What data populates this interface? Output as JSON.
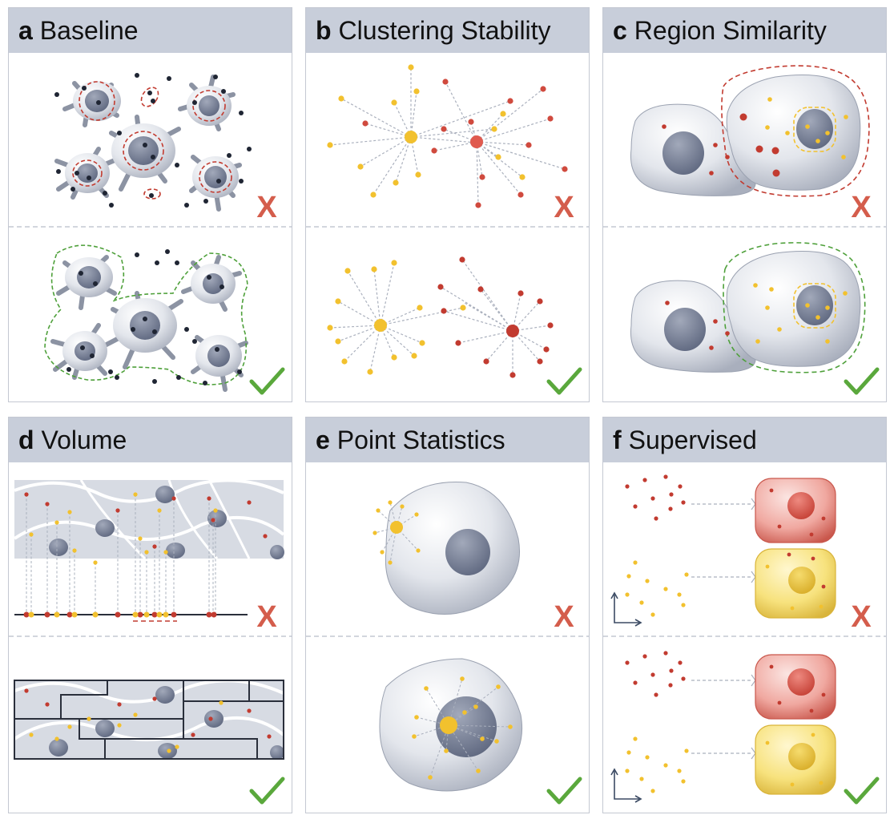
{
  "panels": {
    "a": {
      "letter": "a",
      "title": "Baseline"
    },
    "b": {
      "letter": "b",
      "title": "Clustering Stability"
    },
    "c": {
      "letter": "c",
      "title": "Region Similarity"
    },
    "d": {
      "letter": "d",
      "title": "Volume"
    },
    "e": {
      "letter": "e",
      "title": "Point Statistics"
    },
    "f": {
      "letter": "f",
      "title": "Supervised"
    }
  },
  "marks": {
    "fail": "X",
    "pass": "✓"
  },
  "colors": {
    "header": "#c8ceda",
    "fail_red": "#d45d4c",
    "pass_green": "#5aa83c",
    "dot_yellow": "#f2c12e",
    "dot_red": "#c23b30",
    "nucleus": "#7b8499",
    "cell": "#e8eaef",
    "outline_red": "#c23b30",
    "outline_green": "#4ea03a"
  }
}
